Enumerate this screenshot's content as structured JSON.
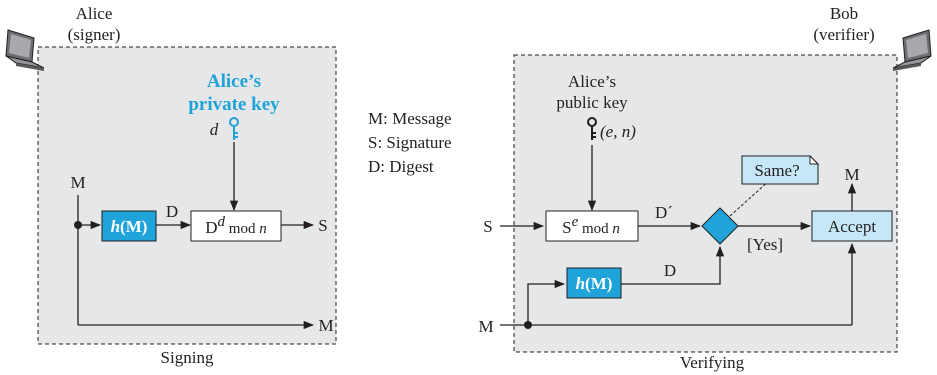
{
  "colors": {
    "region_fill": "#e6e7e8",
    "hash_box": "#1fa3d8",
    "accent_blue_text": "#1fa3d8",
    "light_blue": "#c5e7f7",
    "line": "#231f20"
  },
  "icons": {
    "laptop": "laptop-icon",
    "private_key": "key-icon",
    "public_key": "key-icon"
  },
  "alice": {
    "name": "Alice",
    "role": "(signer)",
    "private_key_line1": "Alice’s",
    "private_key_line2": "private key",
    "key_symbol": "d"
  },
  "signing": {
    "caption": "Signing",
    "message_in": "M",
    "hash_box_h": "h",
    "hash_box_arg": "(M)",
    "digest_label": "D",
    "encrypt_base": "D",
    "encrypt_exp": "d",
    "encrypt_rest": " mod ",
    "encrypt_n": "n",
    "signature_out": "S",
    "message_out": "M"
  },
  "legend": {
    "items": [
      "M: Message",
      "S: Signature",
      "D: Digest"
    ]
  },
  "bob": {
    "name": "Bob",
    "role": "(verifier)",
    "public_key_line1": "Alice’s",
    "public_key_line2": "public key",
    "public_key_value": "(e, n)"
  },
  "verifying": {
    "caption": "Verifying",
    "signature_in": "S",
    "message_in": "M",
    "decrypt_base": "S",
    "decrypt_exp": "e",
    "decrypt_rest": " mod ",
    "decrypt_n": "n",
    "digest_prime_label": "D´",
    "hash_box_h": "h",
    "hash_box_arg": "(M)",
    "digest_label": "D",
    "compare_callout": "Same?",
    "yes_label": "[Yes]",
    "accept_label": "Accept",
    "message_out": "M"
  }
}
